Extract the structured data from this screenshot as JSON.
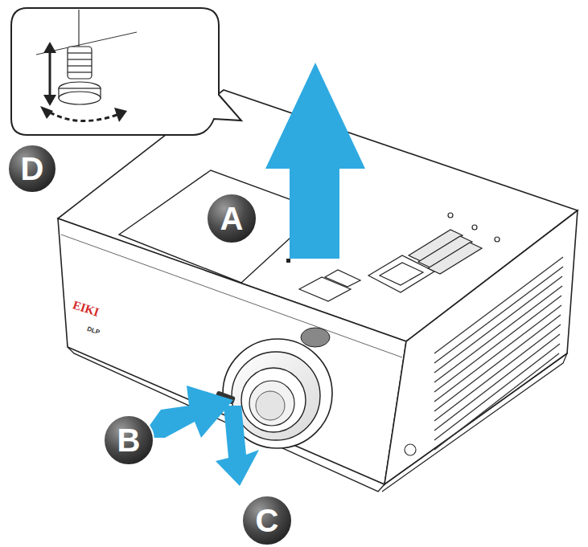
{
  "diagram": {
    "labels": [
      "D",
      "A",
      "B",
      "C",
      "EIKI",
      "DLP"
    ]
  }
}
